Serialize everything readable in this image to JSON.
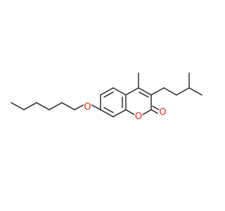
{
  "molecule": {
    "atom_labels": [
      {
        "id": "O_ether",
        "text": "O",
        "color": "#e8291c"
      },
      {
        "id": "O_ring",
        "text": "O",
        "color": "#e8291c"
      },
      {
        "id": "O_carbonyl",
        "text": "O",
        "color": "#e8291c"
      }
    ]
  }
}
